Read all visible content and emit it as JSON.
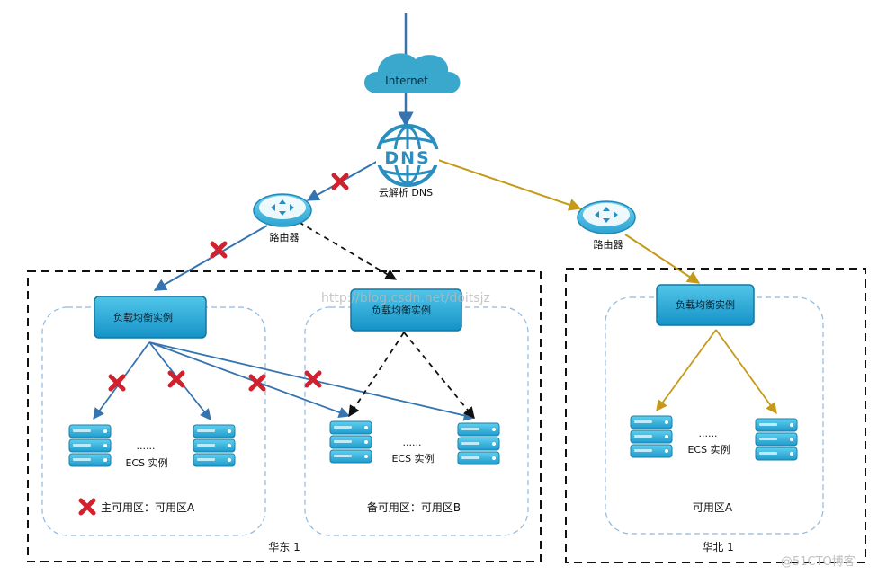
{
  "internet": {
    "label": "Internet"
  },
  "dns": {
    "logo_text": "DNS",
    "label": "云解析 DNS"
  },
  "routers": {
    "east_label": "路由器",
    "north_label": "路由器"
  },
  "regions": {
    "east": {
      "label": "华东 1",
      "zones": {
        "a": {
          "label": "主可用区：可用区A",
          "slb_label": "负载均衡实例",
          "ellipsis": "......",
          "ecs_label": "ECS 实例"
        },
        "b": {
          "label": "备可用区：可用区B",
          "slb_label": "负载均衡实例",
          "ellipsis": "......",
          "ecs_label": "ECS 实例"
        }
      }
    },
    "north": {
      "label": "华北 1",
      "zones": {
        "a": {
          "label": "可用区A",
          "slb_label": "负载均衡实例",
          "ellipsis": "......",
          "ecs_label": "ECS 实例"
        }
      }
    }
  },
  "watermark": {
    "url": "http://blog.csdn.net/doitsjz",
    "footer": "@51CTO博客"
  },
  "colors": {
    "cloud": "#3aa7cc",
    "dns": "#2a8fbf",
    "active_link": "#3674b0",
    "north_link": "#c59a19",
    "failed_mark": "#d0212e",
    "zone_border": "#8fb8de",
    "slb_fill": "#1d9fd0",
    "server_fill": "#2aa9d8"
  }
}
